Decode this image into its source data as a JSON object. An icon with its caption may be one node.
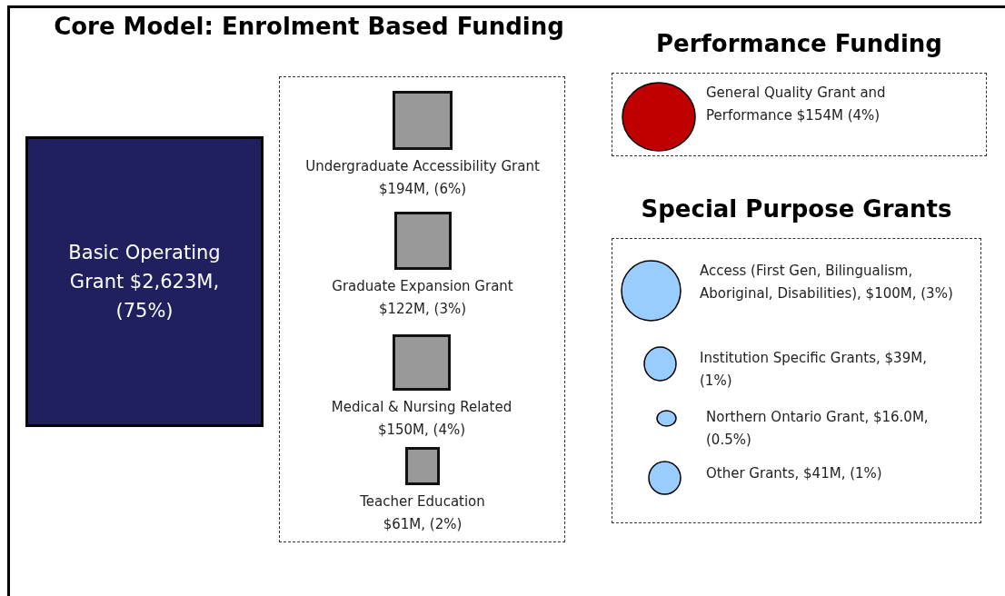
{
  "diagram": {
    "title": "Core Model: Enrolment Based Funding",
    "nodes": [
      {
        "text": [
          "Basic Operating Grant $2,623M, (75%)"
        ]
      },
      {
        "text": [],
        "shape": "box"
      },
      {
        "text": [
          "Undergraduate Accessibility Grant $194M, (6%)"
        ],
        "in": 1
      },
      {
        "text": [
          "Graduate Expansion Grant $122M, (3%)"
        ],
        "in": 1
      },
      {
        "text": [
          "Medical & Nursing Related $150M, (4%)"
        ],
        "in": 1
      },
      {
        "text": [
          "Teacher Education $61M, (2%)"
        ],
        "in": 1
      },
      {
        "text": [
          "Performance Funding"
        ]
      },
      {
        "text": [
          "General Quality Grant and Performance $154M (4%)"
        ],
        "in": 6
      },
      {
        "text": [
          "Special Purpose Grants"
        ]
      },
      {
        "text": [
          "Access (First Gen, Bilingualism, Aboriginal, Disabilities), $100M, (3%)"
        ],
        "in": 8
      },
      {
        "text": [
          "Institution Specific Grants, $39M, (1%)"
        ],
        "in": 8
      },
      {
        "text": [
          "Northern Ontario Grant, $16.0M, (0.5%)"
        ],
        "in": 8
      },
      {
        "text": [
          "Other Grants, $41M, (1%)"
        ],
        "in": 8
      }
    ],
    "edges": []
  }
}
